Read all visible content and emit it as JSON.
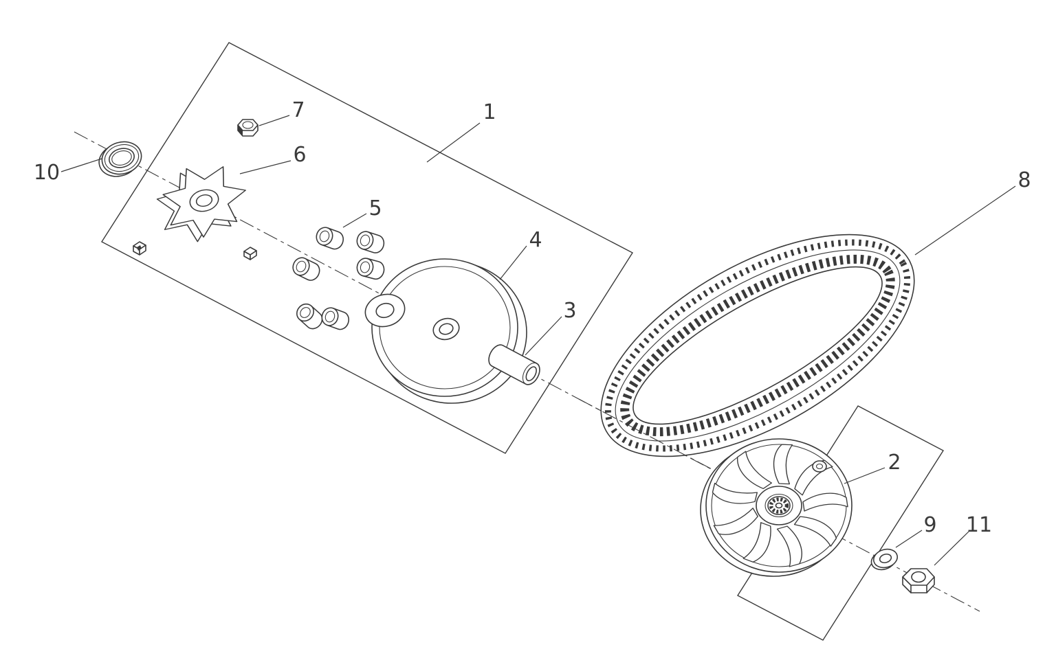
{
  "meta": {
    "background_color": "#ffffff",
    "line_color": "#3a3a3a",
    "label_color": "#3a3a3a"
  },
  "callouts": {
    "c1": "1",
    "c2": "2",
    "c3": "3",
    "c4": "4",
    "c5": "5",
    "c6": "6",
    "c7": "7",
    "c8": "8",
    "c9": "9",
    "c10": "10",
    "c11": "11"
  }
}
